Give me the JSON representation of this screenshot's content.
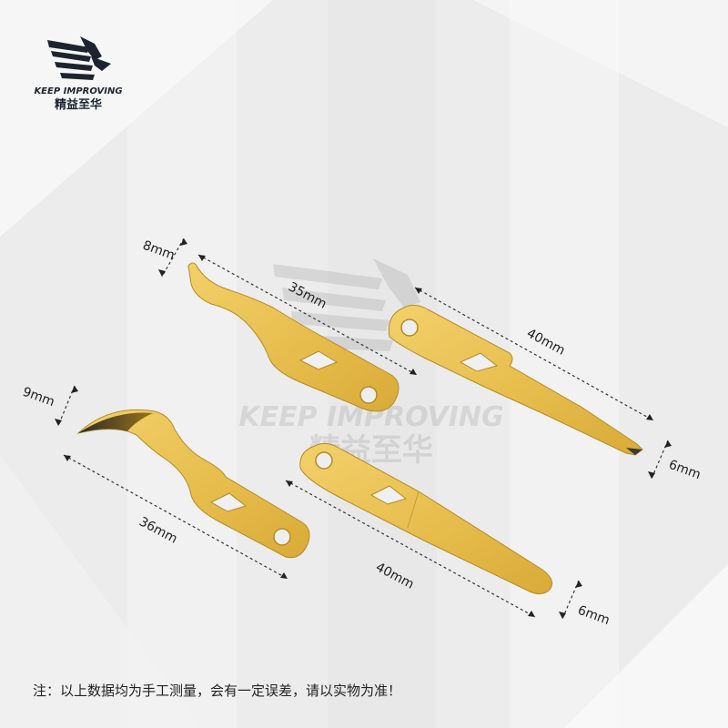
{
  "brand": {
    "logo_text_en": "KEEP IMPROVING",
    "logo_text_cn": "精益至华",
    "watermark_en": "KEEP IMPROVING",
    "watermark_cn": "精益至华"
  },
  "blades": [
    {
      "name": "hook-blade-8mm",
      "height_label": "8mm",
      "length_label": "35mm"
    },
    {
      "name": "straight-blade-40mm-top",
      "length_label": "40mm",
      "width_label": "6mm"
    },
    {
      "name": "curved-blade-9mm",
      "height_label": "9mm",
      "length_label": "36mm"
    },
    {
      "name": "straight-blade-40mm-bottom",
      "length_label": "40mm",
      "width_label": "6mm"
    }
  ],
  "colors": {
    "blade_gold": "#e8c45a",
    "blade_dark": "#a97e1c",
    "dim_line": "#333333",
    "background": "#eeeeee"
  },
  "footer": {
    "note": "注：以上数据均为手工测量，会有一定误差，请以实物为准！"
  }
}
